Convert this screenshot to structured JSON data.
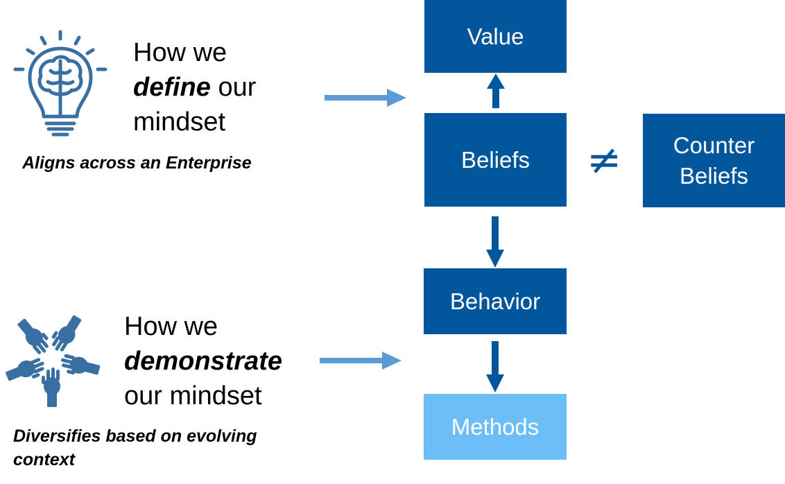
{
  "colors": {
    "box_dark": "#02569b",
    "box_light": "#6dbdf7",
    "arrow_dark": "#02569b",
    "arrow_light": "#5b9bd5",
    "icon": "#3a6fa3"
  },
  "top_section": {
    "icon": "lightbulb-brain-icon",
    "heading_line1": "How we",
    "heading_emphasis": "define",
    "heading_line2_rest": " our",
    "heading_line3": "mindset",
    "caption": "Aligns across an Enterprise"
  },
  "bottom_section": {
    "icon": "hands-circle-icon",
    "heading_line1": "How we",
    "heading_emphasis": "demonstrate",
    "heading_line3": "our mindset",
    "caption_line1": "Diversifies based on evolving",
    "caption_line2": "context"
  },
  "boxes": {
    "value": "Value",
    "beliefs": "Beliefs",
    "counter_line1": "Counter",
    "counter_line2": "Beliefs",
    "behavior": "Behavior",
    "methods": "Methods"
  },
  "not_equal_symbol": "≠"
}
